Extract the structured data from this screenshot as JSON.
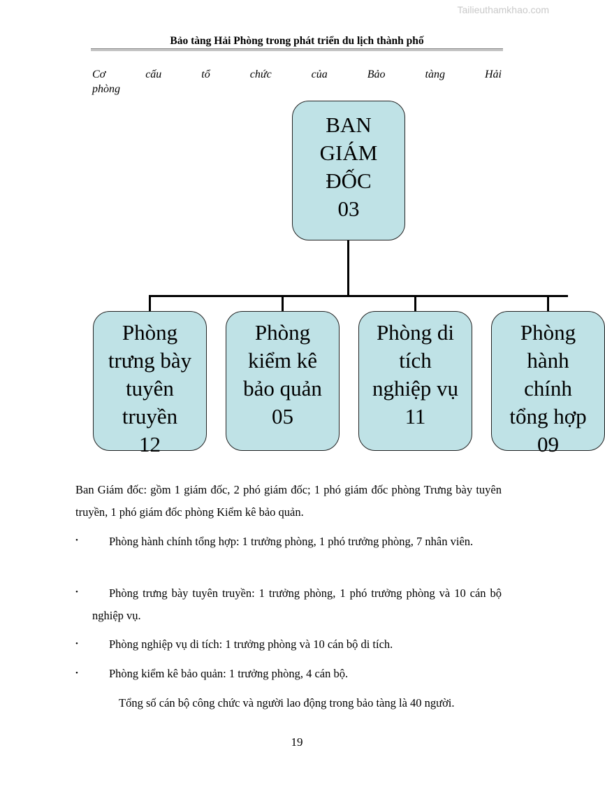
{
  "watermark": "Tailieuthamkhao.com",
  "header": {
    "title": "Bảo tàng Hải Phòng trong phát triển  du lịch thành phố"
  },
  "caption": {
    "line1": "Cơ cấu tổ chức của Bảo tàng Hải",
    "line2": "phòng"
  },
  "org_chart": {
    "top": {
      "lines": [
        "BAN",
        "GIÁM",
        "ĐỐC",
        "03"
      ]
    },
    "departments": [
      {
        "lines": [
          "Phòng",
          "trưng bày",
          "tuyên",
          "truyền",
          "12"
        ]
      },
      {
        "lines": [
          "Phòng",
          "kiểm kê",
          "bảo quản",
          "05"
        ]
      },
      {
        "lines": [
          "Phòng di",
          "tích",
          "nghiệp vụ",
          "11"
        ]
      },
      {
        "lines": [
          "Phòng",
          "hành",
          "chính",
          "tổng hợp",
          "09"
        ]
      }
    ]
  },
  "body": {
    "intro": "Ban Giám đốc: gồm 1 giám đốc, 2 phó giám đốc; 1 phó giám đốc phòng Trưng bày tuyên truyền, 1 phó giám đốc phòng Kiểm kê bảo quản.",
    "items": [
      "Phòng hành chính tổng hợp: 1 trưởng phòng, 1 phó trưởng phòng, 7 nhân viên.",
      "Phòng trưng bày tuyên truyền: 1 trưởng phòng, 1 phó trưởng phòng và 10 cán bộ nghiệp vụ.",
      "Phòng nghiệp vụ di tích: 1 trưởng phòng và 10 cán bộ di tích.",
      "Phòng kiểm kê bảo quản: 1 trưởng phòng, 4 cán bộ."
    ],
    "bullet_symbol": "•",
    "total": "Tổng số cán bộ công chức và người lao động trong bảo tàng là 40 người."
  },
  "footer": {
    "page_number": "19"
  }
}
